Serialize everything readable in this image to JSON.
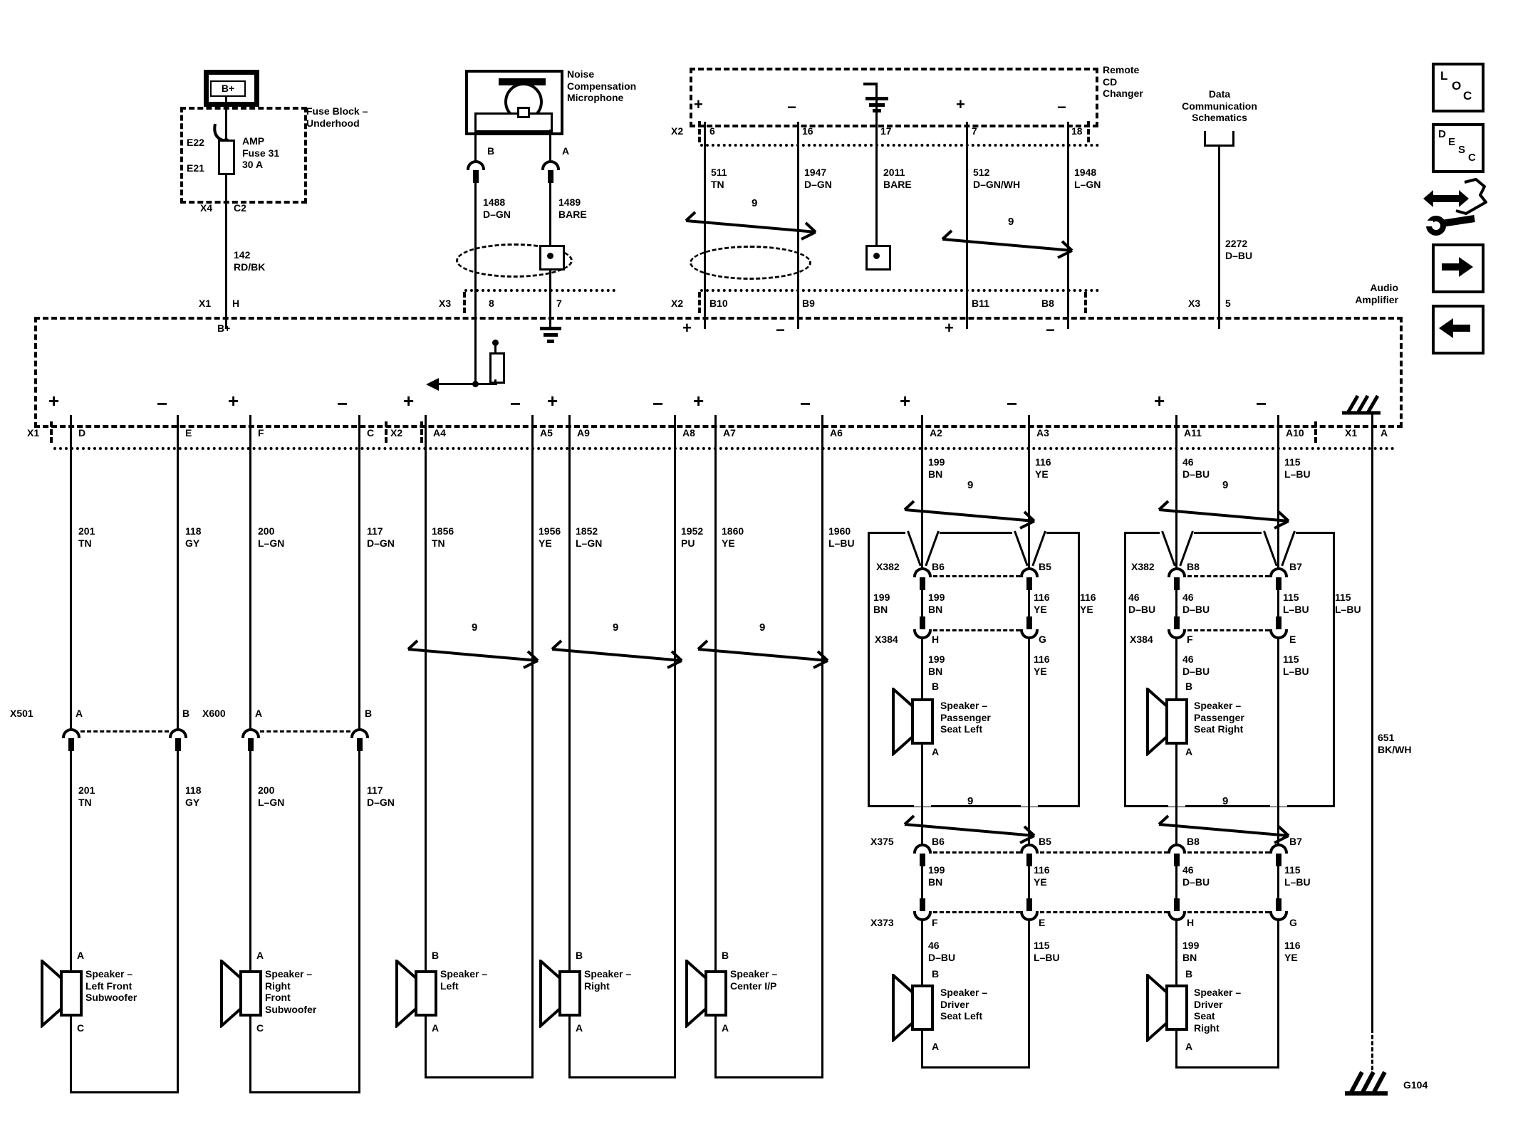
{
  "nav": {
    "loc": [
      "L",
      "O",
      "C"
    ],
    "desc": [
      "D",
      "E",
      "S",
      "C"
    ]
  },
  "signs": {
    "plus": "+",
    "minus": "−"
  },
  "twist": "9",
  "battery": "B+",
  "fuse": {
    "title": "Fuse Block –\nUnderhood",
    "e22": "E22",
    "e21": "E21",
    "desc": "AMP\nFuse 31\n30 A",
    "x4": "X4",
    "c2": "C2",
    "wire": "142\nRD/BK",
    "x1": "X1",
    "h": "H",
    "bplus": "B+"
  },
  "mic": {
    "title": "Noise\nCompensation\nMicrophone",
    "b": "B",
    "a": "A",
    "w1": "1488\nD–GN",
    "w2": "1489\nBARE",
    "x3": "X3",
    "p8": "8",
    "p7": "7"
  },
  "cd": {
    "title": "Remote\nCD\nChanger",
    "x2": "X2",
    "p1": "6",
    "p2": "16",
    "p3": "17",
    "p4": "7",
    "p5": "18",
    "w1": "511\nTN",
    "w2": "1947\nD–GN",
    "w3": "2011\nBARE",
    "w4": "512\nD–GN/WH",
    "w5": "1948\nL–GN",
    "b10": "B10",
    "b9": "B9",
    "b11": "B11",
    "b8": "B8"
  },
  "datacomm": {
    "title": "Data\nCommunication\nSchematics",
    "wire": "2272\nD–BU",
    "x3": "X3",
    "p5": "5"
  },
  "amp": {
    "name": "Audio\nAmplifier",
    "x1": "X1",
    "x2": "X2",
    "d": "D",
    "e": "E",
    "f": "F",
    "c": "C",
    "a4": "A4",
    "a5": "A5",
    "a9": "A9",
    "a8": "A8",
    "a7": "A7",
    "a6": "A6",
    "a2": "A2",
    "a3": "A3",
    "a11": "A11",
    "a10": "A10",
    "a": "A"
  },
  "left": {
    "w1": "201\nTN",
    "w2": "118\nGY",
    "w3": "200\nL–GN",
    "w4": "117\nD–GN",
    "x501": "X501",
    "x600": "X600",
    "a": "A",
    "b": "B",
    "spk1": "Speaker –\nLeft Front\nSubwoofer",
    "spk2": "Speaker –\nRight\nFront\nSubwoofer",
    "top": "A",
    "bot": "C"
  },
  "mid": {
    "w1": "1856\nTN",
    "w2": "1956\nYE",
    "w3": "1852\nL–GN",
    "w4": "1952\nPU",
    "w5": "1860\nYE",
    "w6": "1960\nL–BU",
    "spk1": "Speaker –\nLeft",
    "spk2": "Speaker –\nRight",
    "spk3": "Speaker –\nCenter I/P",
    "top": "B",
    "bot": "A"
  },
  "right": {
    "w199": "199\nBN",
    "w116": "116\nYE",
    "w46": "46\nD–BU",
    "w115": "115\nL–BU",
    "x382": "X382",
    "x384": "X384",
    "x375": "X375",
    "x373": "X373",
    "b6": "B6",
    "b5": "B5",
    "b8": "B8",
    "b7": "B7",
    "h": "H",
    "g": "G",
    "f": "F",
    "e": "E",
    "top": "B",
    "bot": "A",
    "spk_pl": "Speaker –\nPassenger\nSeat Left",
    "spk_pr": "Speaker –\nPassenger\nSeat Right",
    "spk_dl": "Speaker –\nDriver\nSeat Left",
    "spk_dr": "Speaker –\nDriver\nSeat\nRight",
    "gw": "651\nBK/WH",
    "gnd": "G104"
  }
}
